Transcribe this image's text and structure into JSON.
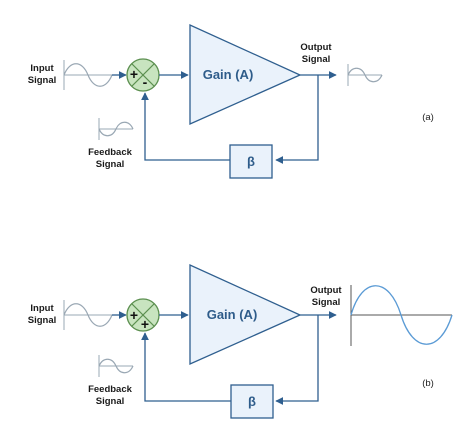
{
  "colors": {
    "wire": "#2f5f8f",
    "block_fill": "#eaf2fb",
    "block_stroke": "#2f5f8f",
    "summer_fill": "#c8e4bf",
    "summer_stroke": "#5b8f4f",
    "wave_small": "#9aa8b4",
    "wave_large": "#5b9bd5"
  },
  "diagrams": [
    {
      "panel_label": "(a)",
      "input_label": [
        "Input",
        "Signal"
      ],
      "output_label": [
        "Output",
        "Signal"
      ],
      "feedback_label": [
        "Feedback",
        "Signal"
      ],
      "gain_label": "Gain (A)",
      "beta_label": "β",
      "sum_signs": [
        "+",
        "-"
      ]
    },
    {
      "panel_label": "(b)",
      "input_label": [
        "Input",
        "Signal"
      ],
      "output_label": [
        "Output",
        "Signal"
      ],
      "feedback_label": [
        "Feedback",
        "Signal"
      ],
      "gain_label": "Gain (A)",
      "beta_label": "β",
      "sum_signs": [
        "+",
        "+"
      ]
    }
  ]
}
